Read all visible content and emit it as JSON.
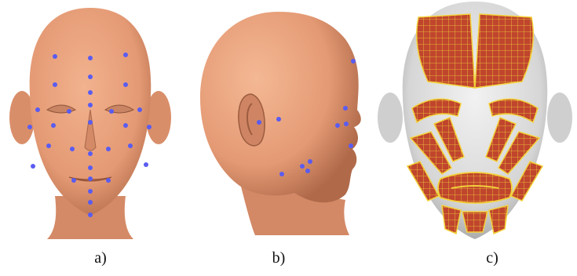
{
  "figure": {
    "panels": [
      {
        "id": "a",
        "label": "a)",
        "subject": "front-head-with-marker-points"
      },
      {
        "id": "b",
        "label": "b)",
        "subject": "side-head-with-marker-points"
      },
      {
        "id": "c",
        "label": "c)",
        "subject": "face-with-muscle-mesh"
      }
    ]
  },
  "colors": {
    "skin": "#e9a27e",
    "skin_shadow": "#b86f4e",
    "marker": "#5a5cf0",
    "muscle": "#c0452d",
    "muscle_grid": "#f3d23a",
    "gray_head": "#d9d9d9"
  }
}
